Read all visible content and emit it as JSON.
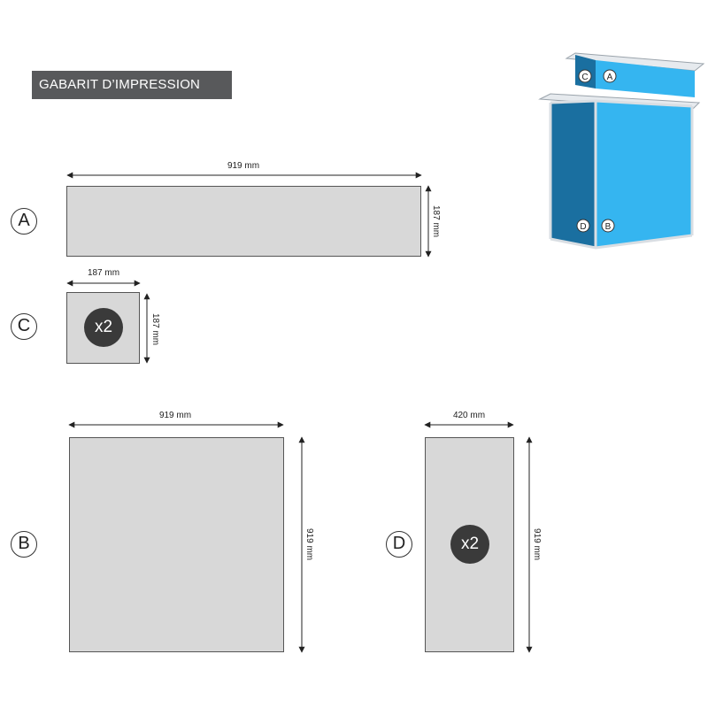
{
  "title": "GABARIT D’IMPRESSION",
  "panels": {
    "A": {
      "letter": "A",
      "width_label": "919 mm",
      "height_label": "187 mm"
    },
    "C": {
      "letter": "C",
      "width_label": "187 mm",
      "height_label": "187 mm",
      "quantity": "x2"
    },
    "B": {
      "letter": "B",
      "width_label": "919 mm",
      "height_label": "919 mm"
    },
    "D": {
      "letter": "D",
      "width_label": "420 mm",
      "height_label": "919 mm",
      "quantity": "x2"
    }
  },
  "preview": {
    "labels": [
      "C",
      "A",
      "D",
      "B"
    ],
    "colors": {
      "front": "#35b5f0",
      "side": "#1a6fa0",
      "frame": "#d9dee3"
    }
  }
}
